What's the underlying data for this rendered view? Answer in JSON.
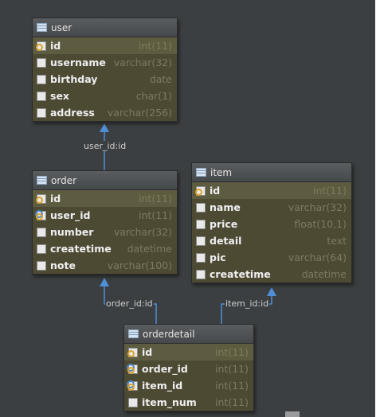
{
  "tables": {
    "user": {
      "title": "user",
      "columns": [
        {
          "name": "id",
          "type": "int(11)",
          "key": "pk"
        },
        {
          "name": "username",
          "type": "varchar(32)",
          "key": "none"
        },
        {
          "name": "birthday",
          "type": "date",
          "key": "none"
        },
        {
          "name": "sex",
          "type": "char(1)",
          "key": "none"
        },
        {
          "name": "address",
          "type": "varchar(256)",
          "key": "none"
        }
      ]
    },
    "order": {
      "title": "order",
      "columns": [
        {
          "name": "id",
          "type": "int(11)",
          "key": "pk"
        },
        {
          "name": "user_id",
          "type": "int(11)",
          "key": "fk"
        },
        {
          "name": "number",
          "type": "varchar(32)",
          "key": "none"
        },
        {
          "name": "createtime",
          "type": "datetime",
          "key": "none"
        },
        {
          "name": "note",
          "type": "varchar(100)",
          "key": "none"
        }
      ]
    },
    "item": {
      "title": "item",
      "columns": [
        {
          "name": "id",
          "type": "int(11)",
          "key": "pk"
        },
        {
          "name": "name",
          "type": "varchar(32)",
          "key": "none"
        },
        {
          "name": "price",
          "type": "float(10,1)",
          "key": "none"
        },
        {
          "name": "detail",
          "type": "text",
          "key": "none"
        },
        {
          "name": "pic",
          "type": "varchar(64)",
          "key": "none"
        },
        {
          "name": "createtime",
          "type": "datetime",
          "key": "none"
        }
      ]
    },
    "orderdetail": {
      "title": "orderdetail",
      "columns": [
        {
          "name": "id",
          "type": "int(11)",
          "key": "pk"
        },
        {
          "name": "order_id",
          "type": "int(11)",
          "key": "fk"
        },
        {
          "name": "item_id",
          "type": "int(11)",
          "key": "fk"
        },
        {
          "name": "item_num",
          "type": "int(11)",
          "key": "none"
        }
      ]
    }
  },
  "relations": {
    "user_order": "user_id:id",
    "order_orderdetail": "order_id:id",
    "item_orderdetail": "item_id:id"
  },
  "colors": {
    "canvas": "#3c3f41",
    "table_body": "#4d4a34",
    "arrow": "#4e8fd6",
    "column_name": "#efefef",
    "column_type": "#7d7a5e"
  }
}
